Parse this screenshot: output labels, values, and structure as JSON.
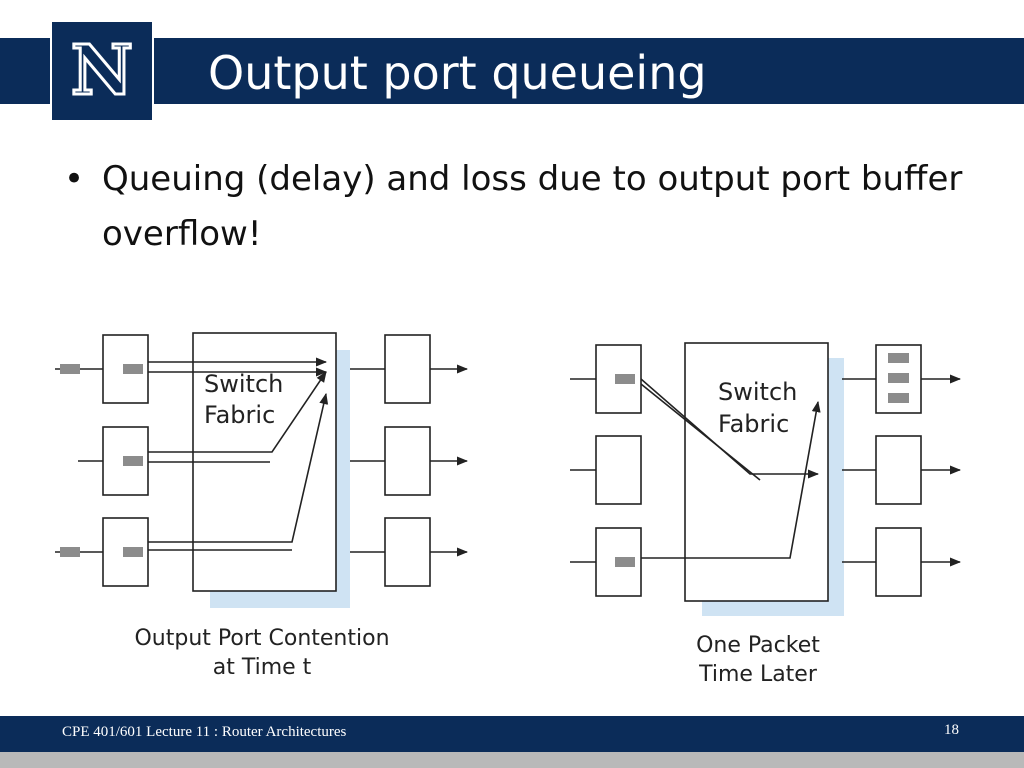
{
  "slide": {
    "title": "Output port queueing",
    "bullet": "Queuing (delay) and loss due to output port buffer overflow!",
    "logo_letter": "N",
    "footer": "CPE 401/601 Lecture 11 : Router Architectures",
    "page_number": "18"
  },
  "diagram_left": {
    "fabric_label_line1": "Switch",
    "fabric_label_line2": "Fabric",
    "caption_line1": "Output Port Contention",
    "caption_line2": "at Time t"
  },
  "diagram_right": {
    "fabric_label_line1": "Switch",
    "fabric_label_line2": "Fabric",
    "caption_line1": "One Packet",
    "caption_line2": "Time Later"
  },
  "colors": {
    "title_bar": "#0b2c59",
    "fabric_shadow": "#cfe3f3",
    "packet": "#8c8c8c"
  }
}
